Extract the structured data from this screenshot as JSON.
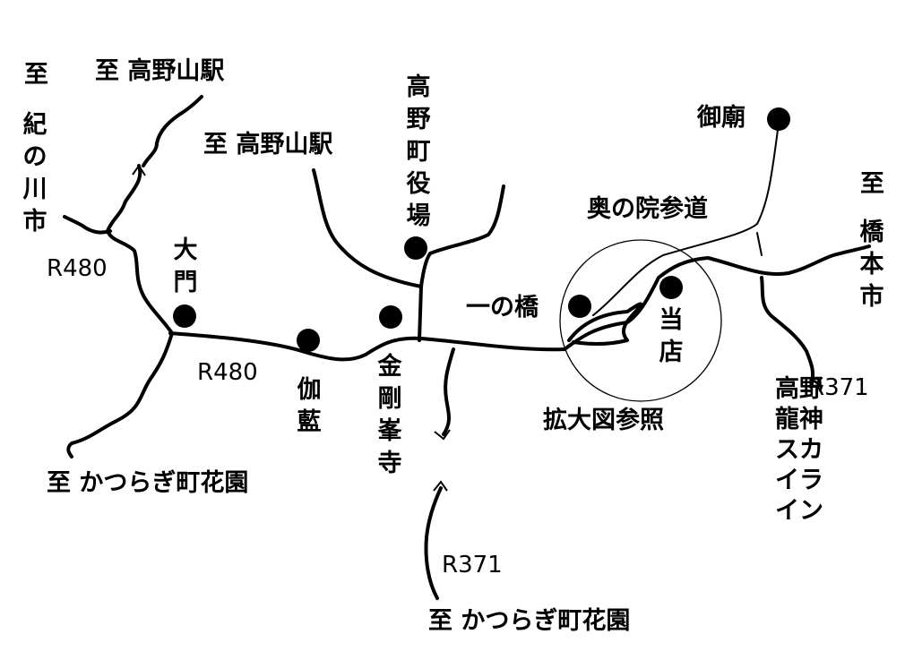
{
  "destinations": {
    "kinokawa_prefix": "至",
    "kinokawa": "紀の川市",
    "koyasan_1": "至 高野山駅",
    "koyasan_2": "至 高野山駅",
    "hashimoto_prefix": "至",
    "hashimoto": "橋本市",
    "katsuragi_1": "至 かつらぎ町花園",
    "katsuragi_2": "至 かつらぎ町花園"
  },
  "places": {
    "daimon": "大門",
    "garan": "伽藍",
    "kongobuji": "金剛峯寺",
    "town_office": "高野町役場",
    "ichinohashi": "一の橋",
    "gobyo": "御廟",
    "okunoin_sando": "奥の院参道",
    "our_store": "当店",
    "see_enlarged": "拡大図参照",
    "skyline": "高野龍神スカイライン"
  },
  "routes": {
    "r480_a": "R480",
    "r480_b": "R480",
    "r371_a": "R371",
    "r371_b": "R371"
  },
  "colors": {
    "ink": "#000000",
    "paper": "#ffffff"
  }
}
